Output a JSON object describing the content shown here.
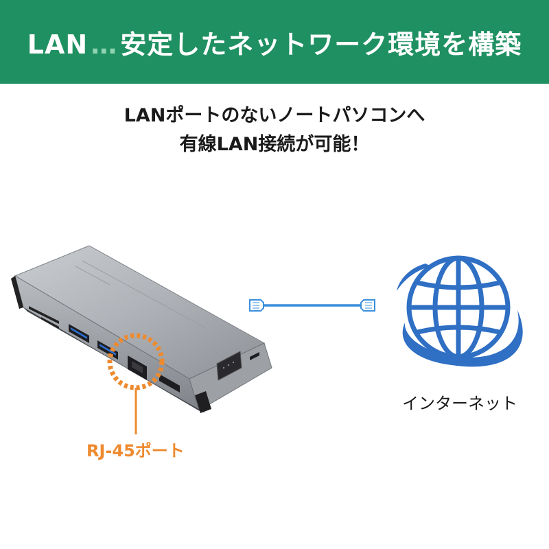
{
  "banner": {
    "title_main": "LAN",
    "title_dots": "…",
    "title_rest": "安定したネットワーク環境を構築",
    "background_color": "#1f9061"
  },
  "subtitle": {
    "line1": "LANポートのないノートパソコンへ",
    "line2": "有線LAN接続が可能！"
  },
  "product": {
    "icon": "usb-hub-device-image"
  },
  "cable": {
    "icon": "lan-cable-icon",
    "color": "#3a8fdc"
  },
  "internet": {
    "icon": "globe-icon",
    "label": "インターネット",
    "color": "#2f6fc4"
  },
  "callout": {
    "label": "RJ-45ポート",
    "color": "#ee8a2f"
  }
}
